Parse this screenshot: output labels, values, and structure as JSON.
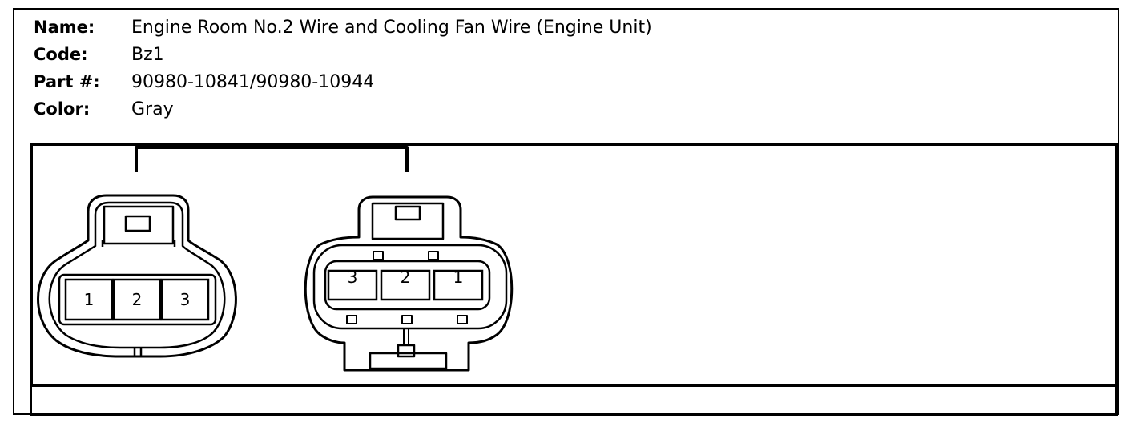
{
  "header": {
    "name_label": "Name:",
    "name_value": "Engine Room No.2 Wire and Cooling Fan Wire (Engine Unit)",
    "code_label": "Code:",
    "code_value": "Bz1",
    "part_label": "Part #:",
    "part_value": "90980-10841/90980-10944",
    "color_label": "Color:",
    "color_value": "Gray"
  },
  "connectors": {
    "left": {
      "pins": [
        "1",
        "2",
        "3"
      ]
    },
    "right": {
      "pins": [
        "3",
        "2",
        "1"
      ]
    }
  },
  "colors": {
    "line": "#000000",
    "background": "#ffffff"
  }
}
